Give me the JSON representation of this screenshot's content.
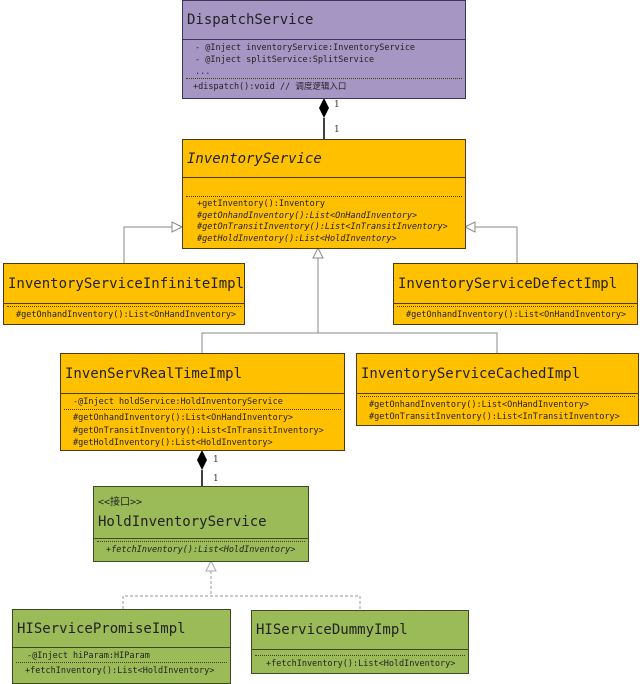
{
  "dispatch_service": {
    "name": "DispatchService",
    "attributes": [
      "- @Inject inventoryService:InventoryService",
      "- @Inject splitService:SplitService",
      "..."
    ],
    "methods": [
      "+dispatch():void  // 调度逻辑入口"
    ]
  },
  "inventory_service": {
    "name": "InventoryService",
    "methods": [
      "+getInventory():Inventory",
      "#getOnhandInventory():List<OnHandInventory>",
      "#getOnTransitInventory():List<InTransitInventory>",
      "#getHoldInventory():List<HoldInventory>"
    ]
  },
  "infinite_impl": {
    "name": "InventoryServiceInfiniteImpl",
    "methods": [
      "#getOnhandInventory():List<OnHandInventory>"
    ]
  },
  "defect_impl": {
    "name": "InventoryServiceDefectImpl",
    "methods": [
      "#getOnhandInventory():List<OnHandInventory>"
    ]
  },
  "realtime_impl": {
    "name": "InvenServRealTimeImpl",
    "attributes": [
      "-@Inject holdService:HoldInventoryService"
    ],
    "methods": [
      "#getOnhandInventory():List<OnHandInventory>",
      "#getOnTransitInventory():List<InTransitInventory>",
      "#getHoldInventory():List<HoldInventory>"
    ]
  },
  "cached_impl": {
    "name": "InventoryServiceCachedImpl",
    "methods": [
      "#getOnhandInventory():List<OnHandInventory>",
      "#getOnTransitInventory():List<InTransitInventory>"
    ]
  },
  "hold_service": {
    "stereotype": "<<接口>>",
    "name": "HoldInventoryService",
    "methods": [
      "+fetchInventory():List<HoldInventory>"
    ]
  },
  "promise_impl": {
    "name": "HIServicePromiseImpl",
    "attributes": [
      "-@Inject hiParam:HIParam"
    ],
    "methods": [
      "+fetchInventory():List<HoldInventory>"
    ]
  },
  "dummy_impl": {
    "name": "HIServiceDummyImpl",
    "methods": [
      "+fetchInventory():List<HoldInventory>"
    ]
  },
  "multiplicities": {
    "dispatch_source": "1",
    "dispatch_target": "1",
    "realtime_source": "1",
    "realtime_target": "1"
  },
  "colors": {
    "dispatch": "#a596c4",
    "inventory": "#ffc000",
    "hold": "#9bbb59"
  }
}
